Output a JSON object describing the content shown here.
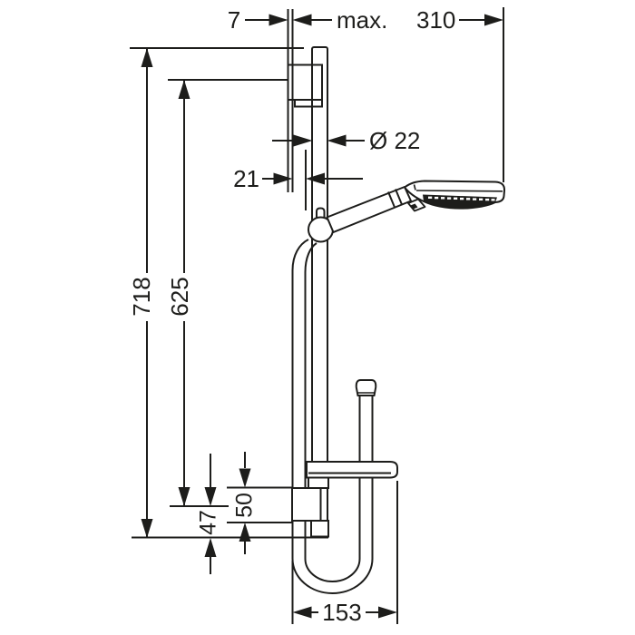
{
  "drawing": {
    "type": "technical-dimension-drawing",
    "subject": "shower-set-with-wall-bar-handshower-and-hose",
    "background": "#ffffff",
    "line_color": "#1d1d1b",
    "dimensions": {
      "wall_offset": "7",
      "max_label": "max.",
      "max_value": "310",
      "rail_diameter": "Ø 22",
      "wall_clearance": "21",
      "total_height": "718",
      "fixing_distance": "625",
      "bracket_height": "50",
      "rail_end_offset": "47",
      "depth": "153"
    }
  }
}
